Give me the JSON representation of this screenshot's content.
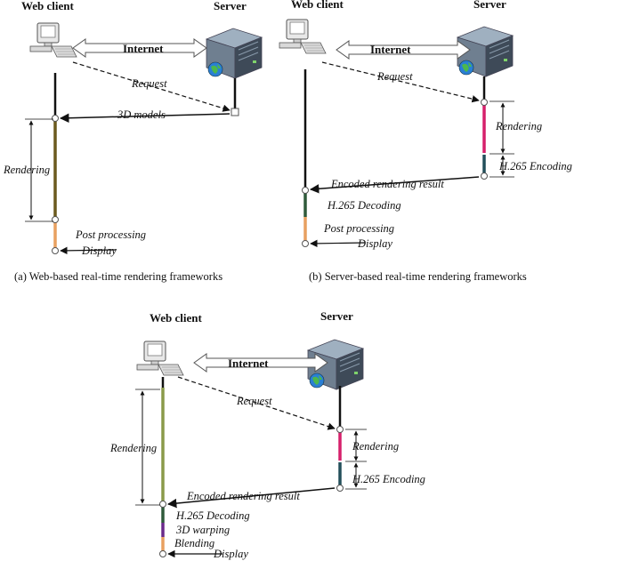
{
  "panel_a": {
    "web_client": "Web client",
    "server": "Server",
    "internet": "Internet",
    "request": "Request",
    "models": "3D models",
    "rendering": "Rendering",
    "post_processing": "Post processing",
    "display": "Display",
    "caption": "(a) Web-based real-time rendering frameworks"
  },
  "panel_b": {
    "web_client": "Web client",
    "server": "Server",
    "internet": "Internet",
    "request": "Request",
    "rendering": "Rendering",
    "encoding": "H.265 Encoding",
    "encoded_result": "Encoded rendering result",
    "decoding": "H.265 Decoding",
    "post_processing": "Post processing",
    "display": "Display",
    "caption": "(b) Server-based real-time rendering frameworks"
  },
  "panel_c": {
    "web_client": "Web client",
    "server": "Server",
    "internet": "Internet",
    "request": "Request",
    "client_rendering": "Rendering",
    "server_rendering": "Rendering",
    "encoding": "H.265 Encoding",
    "encoded_result": "Encoded rendering result",
    "decoding": "H.265 Decoding",
    "warping": "3D warping",
    "blending": "Blending",
    "display": "Display"
  },
  "colors": {
    "rendering_client_a": "#6b5a1e",
    "rendering_server": "#d6206b",
    "encoding": "#234f5a",
    "decoding": "#2f5a3a",
    "post_processing": "#e8a060",
    "client_rendering_c": "#8a9a4a",
    "warping": "#6a2a8a",
    "blending": "#e8a060"
  },
  "icons": [
    "desktop-computer-icon",
    "server-tower-icon",
    "globe-icon",
    "double-arrow-icon"
  ]
}
